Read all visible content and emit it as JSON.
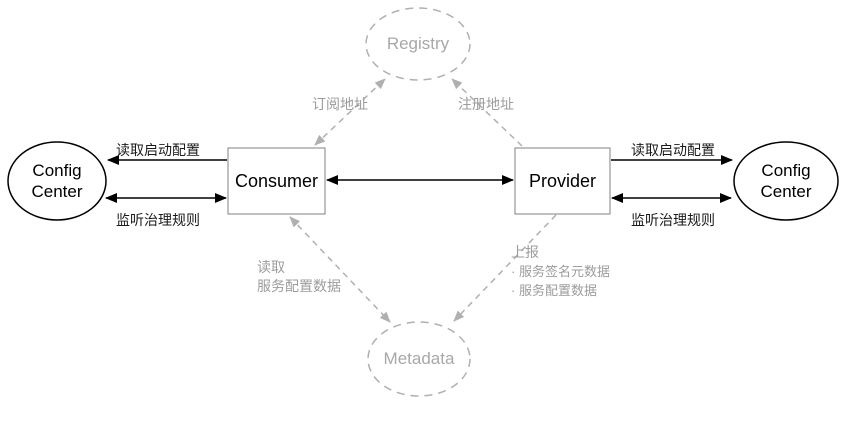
{
  "diagram": {
    "nodes": {
      "registry": {
        "label": "Registry"
      },
      "metadata": {
        "label": "Metadata"
      },
      "consumer": {
        "label": "Consumer"
      },
      "provider": {
        "label": "Provider"
      },
      "config_center_left": {
        "line1": "Config",
        "line2": "Center"
      },
      "config_center_right": {
        "line1": "Config",
        "line2": "Center"
      }
    },
    "edges": {
      "subscribe_address": {
        "label": "订阅地址"
      },
      "register_address": {
        "label": "注册地址"
      },
      "consumer_read_boot_config": {
        "label": "读取启动配置"
      },
      "consumer_watch_gov_rules": {
        "label": "监听治理规则"
      },
      "provider_read_boot_config": {
        "label": "读取启动配置"
      },
      "provider_watch_gov_rules": {
        "label": "监听治理规则"
      },
      "consumer_metadata_read": {
        "line1": "读取",
        "line2": "服务配置数据"
      },
      "provider_metadata_report": {
        "line1": "上报",
        "item1": "· 服务签名元数据",
        "item2": "· 服务配置数据"
      }
    },
    "colors": {
      "black": "#000000",
      "line_gray": "#b0b0b0",
      "text_gray": "#9c9c9c",
      "node_text_gray": "#a8a8a8",
      "box_border": "#808080",
      "background": "#ffffff"
    }
  }
}
